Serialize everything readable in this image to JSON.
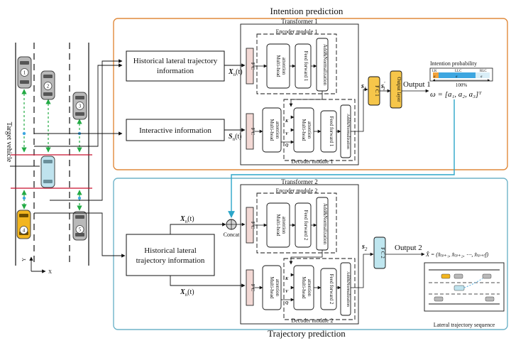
{
  "titles": {
    "top": "Intention prediction",
    "bottom": "Trajectory prediction",
    "transformer1": "Transformer 1",
    "transformer2": "Transformer 2"
  },
  "road": {
    "target_vehicle": "Target vehicle",
    "axis_x": "X",
    "axis_y": "Y",
    "cars": [
      "1",
      "2",
      "3",
      "4",
      "5"
    ]
  },
  "inputs": {
    "hist1": [
      "Historical lateral trajectory",
      "information"
    ],
    "inter": "Interactive information",
    "hist2": [
      "Historical lateral",
      "trajectory information"
    ]
  },
  "symbols": {
    "xn": "X",
    "xn_sub": "n",
    "xn_arg": "(t)",
    "sn": "S",
    "sn_sub": "n",
    "s1": "s",
    "s1_sub": "1",
    "s1p": "s",
    "s1p_sub": "1",
    "s1p_sup": "'",
    "s2": "s",
    "s2_sub": "2",
    "kq": [
      "K",
      "V",
      "Q"
    ],
    "concat": "Concat"
  },
  "blocks": {
    "fc": "F C",
    "fc1": "F C 1",
    "fc2": "F C 2",
    "mha": [
      "Multi-head",
      "attention"
    ],
    "ff1": "Feed forward 1",
    "ff2": "Feed forward 2",
    "addnorm": "Add&Normalization",
    "output_layer": "Output layer",
    "encoder1": "Encoder module 1",
    "decoder1": "Decoder module 1",
    "encoder2": "Encoder module 2",
    "decoder2": "Decoder module 2"
  },
  "outputs": {
    "out1": "Output 1",
    "out2": "Output 2",
    "prob_title": "Intention probability",
    "prob_lk": "LK",
    "prob_llc": "LLC",
    "prob_rlc": "RLC",
    "prob_a1": "a",
    "prob_a2": "a",
    "prob_a3": "a",
    "prob_pct": "100%",
    "omega": "ω = [a₁, a₂, a₃]ᵀ",
    "xhat": "X̂ = (x̂ₜₚ₊₁, x̂ₜₚ₊₂, ⋯, x̂ₜₚ₊ₜf)",
    "seq_label": "Lateral trajectory sequence"
  },
  "colors": {
    "intention_border": "#e08a3c",
    "trajectory_border": "#6fb4c9",
    "fc_fill": "#f3d9d5",
    "fc1_fill": "#f6c64a",
    "fc2_fill": "#bfe6ef",
    "target_car": "#bfe3ee",
    "car4": "#f2b51f",
    "gray_car": "#b9b9b9",
    "lane_red": "#c8102e",
    "green_arrow": "#22aa44",
    "connector_teal": "#2ba6c9",
    "prob_blue": "#3ea6e0",
    "prob_orange": "#f2a23a"
  }
}
